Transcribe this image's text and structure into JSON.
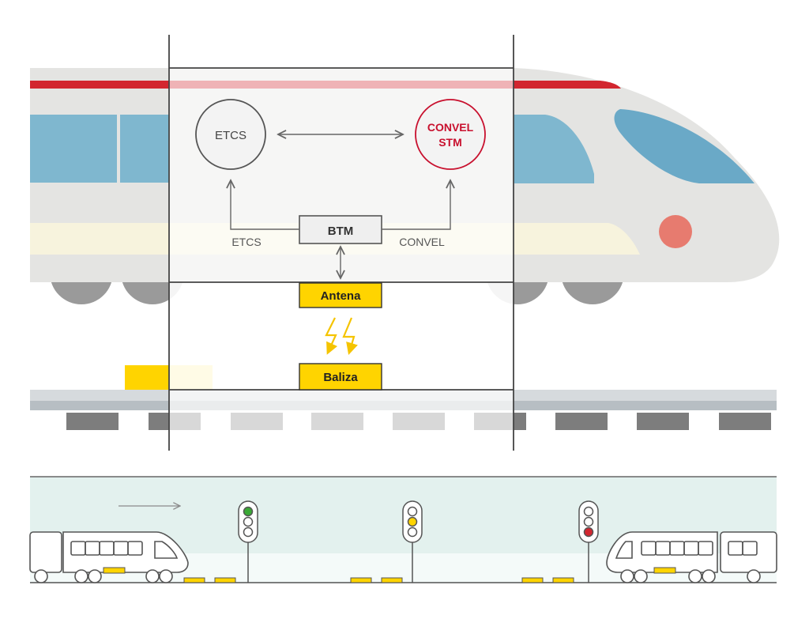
{
  "diagram": {
    "etcs_node": "ETCS",
    "convel_node_line1": "CONVEL",
    "convel_node_line2": "STM",
    "btm_node": "BTM",
    "etcs_path_label": "ETCS",
    "convel_path_label": "CONVEL",
    "antenna_label": "Antena",
    "balise_label": "Baliza"
  },
  "colors": {
    "train_body": "#e4e4e2",
    "window_blue": "#7fb7cf",
    "stripe_red": "#d2262f",
    "balise_yellow": "#ffd400",
    "convel_red": "#c8102e",
    "signal_green": "#3aa935",
    "signal_yellow": "#ffd400",
    "signal_red": "#d2262f",
    "scene_bg": "#e3f1ee"
  },
  "signals": [
    {
      "name": "signal-green",
      "aspect": "green"
    },
    {
      "name": "signal-yellow",
      "aspect": "yellow"
    },
    {
      "name": "signal-red",
      "aspect": "red"
    }
  ]
}
